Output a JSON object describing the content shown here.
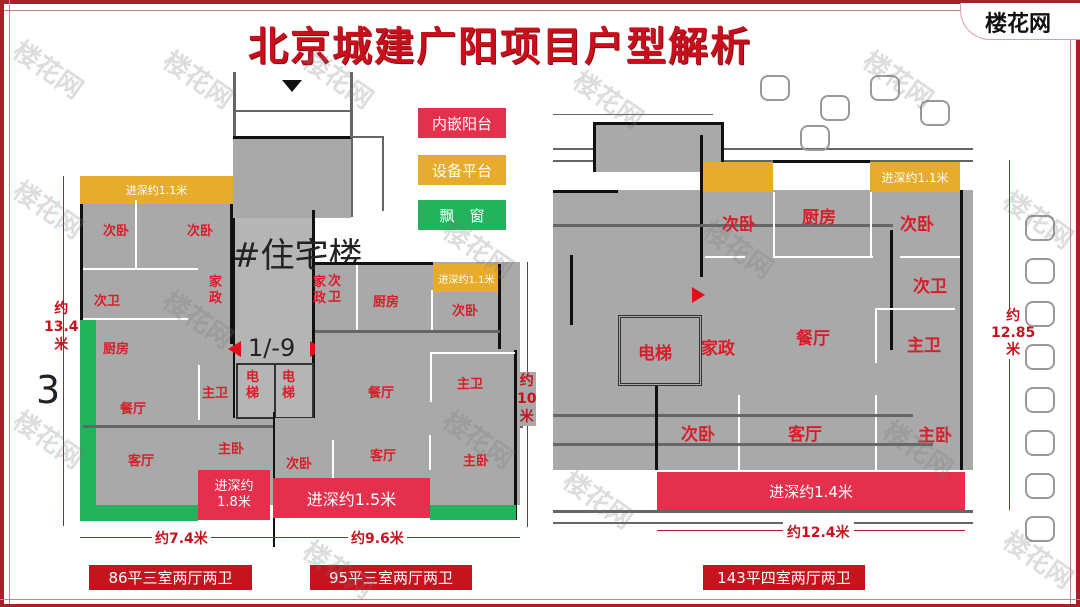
{
  "header": {
    "title": "北京城建广阳项目户型解析",
    "logo": "楼花网"
  },
  "legend": [
    {
      "label": "内嵌阳台",
      "color": "#e4304c"
    },
    {
      "label": "设备平台",
      "color": "#e8ac2c"
    },
    {
      "label": "飘　窗",
      "color": "#22b35c"
    }
  ],
  "building_label": "#住宅楼",
  "building_sub": "1/-9",
  "plan_86": {
    "caption": "86平三室两厅两卫",
    "rooms": {
      "bedroom2a": "次卧",
      "bedroom2b": "次卧",
      "bath2": "次卫",
      "housekeeping": "家\n政",
      "kitchen": "厨房",
      "master_bath": "主卫",
      "dining": "餐厅",
      "living": "客厅",
      "master_bed": "主卧"
    },
    "equipment_platform": "进深约1.1米",
    "balcony": "进深约\n1.8米",
    "width_dim": "约7.4米",
    "depth_dim": "约\n13.4\n米"
  },
  "elevators": {
    "e1": "电\n梯",
    "e2": "电\n梯",
    "housekeeping": "家\n政"
  },
  "plan_95": {
    "caption": "95平三室两厅两卫",
    "rooms": {
      "bath2": "次\n卫",
      "kitchen": "厨房",
      "bedroom2a": "次卧",
      "dining": "餐厅",
      "master_bath": "主卫",
      "bedroom2b": "次卧",
      "living": "客厅",
      "master_bed": "主卧"
    },
    "equipment_platform": "进深约1.1米",
    "balcony": "进深约1.5米",
    "width_dim": "约9.6米",
    "depth_dim": "约\n10\n米"
  },
  "plan_143": {
    "caption": "143平四室两厅两卫",
    "rooms": {
      "bedroom2a": "次卧",
      "kitchen": "厨房",
      "bedroom2b": "次卧",
      "bath2": "次卫",
      "elevator": "电梯",
      "housekeeping": "家政",
      "dining": "餐厅",
      "master_bath": "主卫",
      "bedroom2c": "次卧",
      "living": "客厅",
      "master_bed": "主卧"
    },
    "equipment_platform": "进深约1.1米",
    "balcony": "进深约1.4米",
    "width_dim": "约12.4米",
    "depth_dim": "约\n12.85\n米"
  },
  "watermark": "楼花网",
  "axis_marker": "3"
}
